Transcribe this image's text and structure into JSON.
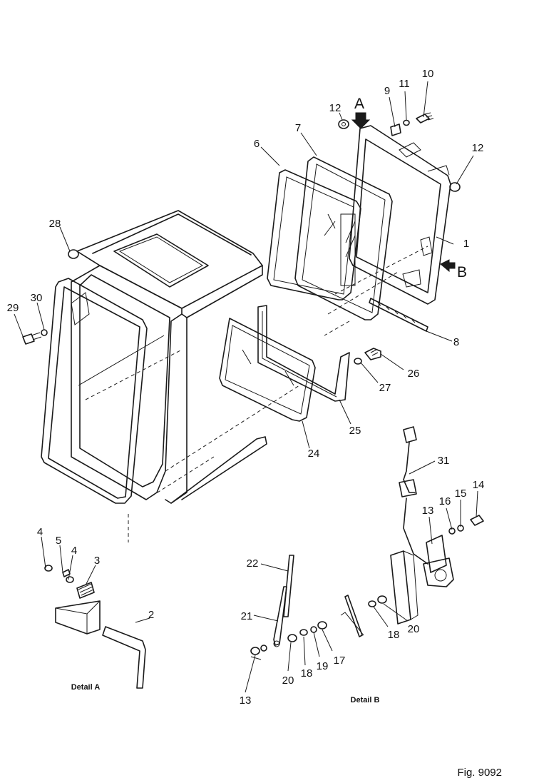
{
  "figure": {
    "fig_label": "Fig. 9092",
    "detail_a_label": "Detail A",
    "detail_b_label": "Detail B",
    "view_a_letter": "A",
    "view_b_letter": "B"
  },
  "callouts": [
    {
      "id": "c1",
      "text": "1"
    },
    {
      "id": "c2",
      "text": "2"
    },
    {
      "id": "c3",
      "text": "3"
    },
    {
      "id": "c4a",
      "text": "4"
    },
    {
      "id": "c4b",
      "text": "4"
    },
    {
      "id": "c5",
      "text": "5"
    },
    {
      "id": "c6",
      "text": "6"
    },
    {
      "id": "c7",
      "text": "7"
    },
    {
      "id": "c8",
      "text": "8"
    },
    {
      "id": "c9",
      "text": "9"
    },
    {
      "id": "c10",
      "text": "10"
    },
    {
      "id": "c11",
      "text": "11"
    },
    {
      "id": "c12a",
      "text": "12"
    },
    {
      "id": "c12b",
      "text": "12"
    },
    {
      "id": "c13a",
      "text": "13"
    },
    {
      "id": "c13b",
      "text": "13"
    },
    {
      "id": "c14",
      "text": "14"
    },
    {
      "id": "c15",
      "text": "15"
    },
    {
      "id": "c16",
      "text": "16"
    },
    {
      "id": "c17",
      "text": "17"
    },
    {
      "id": "c18a",
      "text": "18"
    },
    {
      "id": "c18b",
      "text": "18"
    },
    {
      "id": "c19",
      "text": "19"
    },
    {
      "id": "c20a",
      "text": "20"
    },
    {
      "id": "c20b",
      "text": "20"
    },
    {
      "id": "c21",
      "text": "21"
    },
    {
      "id": "c22",
      "text": "22"
    },
    {
      "id": "c24",
      "text": "24"
    },
    {
      "id": "c25",
      "text": "25"
    },
    {
      "id": "c26",
      "text": "26"
    },
    {
      "id": "c27",
      "text": "27"
    },
    {
      "id": "c28",
      "text": "28"
    },
    {
      "id": "c29",
      "text": "29"
    },
    {
      "id": "c30",
      "text": "30"
    },
    {
      "id": "c31",
      "text": "31"
    }
  ]
}
